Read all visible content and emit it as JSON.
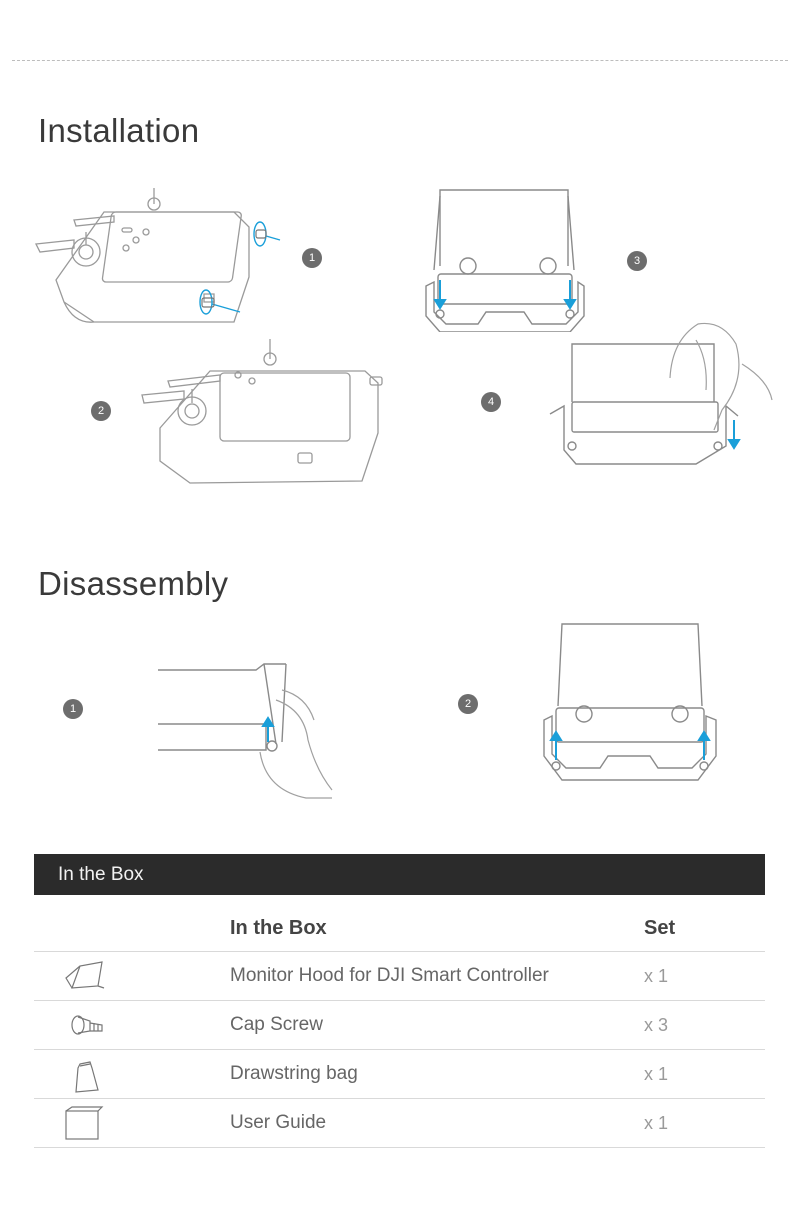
{
  "installation": {
    "title": "Installation",
    "steps": [
      "1",
      "2",
      "3",
      "4"
    ]
  },
  "disassembly": {
    "title": "Disassembly",
    "steps": [
      "1",
      "2"
    ]
  },
  "in_the_box": {
    "header": "In the Box",
    "columns": [
      "In the Box",
      "Set"
    ],
    "items": [
      {
        "icon": "monitor-hood-icon",
        "name": "Monitor Hood for DJI Smart Controller",
        "qty": "x 1"
      },
      {
        "icon": "cap-screw-icon",
        "name": "Cap Screw",
        "qty": "x 3"
      },
      {
        "icon": "drawstring-bag-icon",
        "name": "Drawstring bag",
        "qty": "x 1"
      },
      {
        "icon": "user-guide-icon",
        "name": "User Guide",
        "qty": "x 1"
      }
    ]
  },
  "colors": {
    "arrow": "#1a9fd9",
    "badge": "#6d6d6d",
    "header_bg": "#2b2b2b",
    "line_art": "#9a9a9a"
  }
}
